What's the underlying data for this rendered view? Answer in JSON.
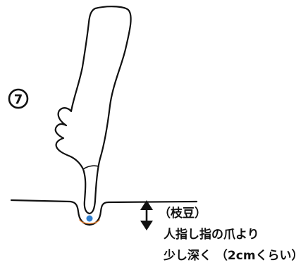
{
  "step_number": "7",
  "caption": {
    "line1": "（枝豆）",
    "line2": "人指し指の爪より",
    "line3": "少し深く （2cmくらい）"
  },
  "colors": {
    "outline": "#111111",
    "seed": "#2f7fd0",
    "hole_edge": "#e07a2a",
    "background": "#ffffff"
  },
  "icons": {
    "step_marker": "circled-number",
    "depth_indicator": "double-headed-vertical-arrow",
    "hand": "pointing-finger-outline",
    "seed": "bean-seed-dot"
  }
}
